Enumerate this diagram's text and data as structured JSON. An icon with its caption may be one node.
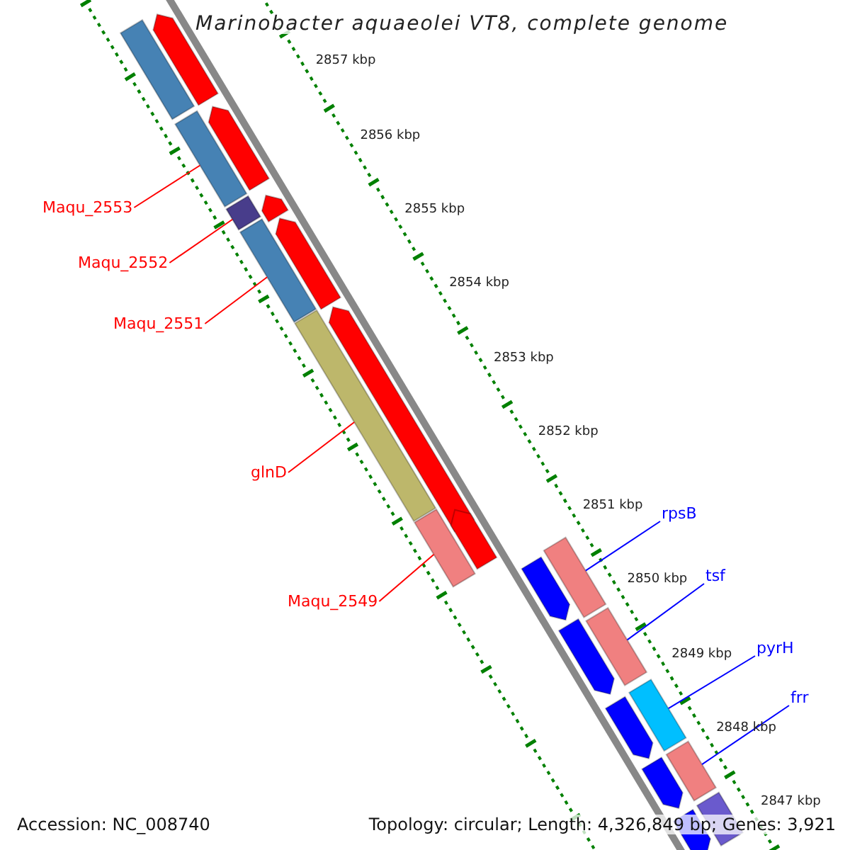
{
  "diagram": {
    "title": "Marinobacter aquaeolei VT8, complete genome",
    "nodes": [
      {
        "text": [
          "Maqu_2553"
        ]
      },
      {
        "text": [
          "Maqu_2552"
        ]
      },
      {
        "text": [
          "Maqu_2551"
        ]
      },
      {
        "text": [
          "glnD"
        ]
      },
      {
        "text": [
          "Maqu_2549"
        ]
      },
      {
        "text": [
          "rpsB"
        ]
      },
      {
        "text": [
          "tsf"
        ]
      },
      {
        "text": [
          "pyrH"
        ]
      },
      {
        "text": [
          "frr"
        ]
      },
      {
        "text": [],
        "shape": "bar"
      },
      {
        "text": [],
        "shape": "bar"
      },
      {
        "text": [],
        "shape": "bar"
      },
      {
        "text": [],
        "shape": "bar"
      },
      {
        "text": [],
        "shape": "bar"
      },
      {
        "text": [],
        "shape": "bar"
      },
      {
        "text": [],
        "shape": "arrow"
      },
      {
        "text": [],
        "shape": "arrow"
      },
      {
        "text": [],
        "shape": "arrow"
      },
      {
        "text": [],
        "shape": "arrow"
      },
      {
        "text": [],
        "shape": "arrow"
      },
      {
        "text": [],
        "shape": "arrow"
      },
      {
        "text": [],
        "shape": "arrow"
      },
      {
        "text": [],
        "shape": "arrow"
      },
      {
        "text": [],
        "shape": "arrow"
      },
      {
        "text": [],
        "shape": "arrow"
      },
      {
        "text": [],
        "shape": "arrow"
      },
      {
        "text": [],
        "shape": "bar"
      },
      {
        "text": [],
        "shape": "bar"
      },
      {
        "text": [],
        "shape": "bar"
      },
      {
        "text": [],
        "shape": "bar"
      },
      {
        "text": [],
        "shape": "bar"
      }
    ],
    "edges": [
      {
        "from": 0,
        "to": 10,
        "arrow": "none"
      },
      {
        "from": 1,
        "to": 11,
        "arrow": "none"
      },
      {
        "from": 2,
        "to": 12,
        "arrow": "none"
      },
      {
        "from": 3,
        "to": 13,
        "arrow": "none"
      },
      {
        "from": 4,
        "to": 14,
        "arrow": "none"
      },
      {
        "from": 5,
        "to": 26,
        "arrow": "none",
        "color": "#0000ff"
      },
      {
        "from": 6,
        "to": 27,
        "arrow": "none",
        "color": "#0000ff"
      },
      {
        "from": 7,
        "to": 28,
        "arrow": "none",
        "color": "#0000ff"
      },
      {
        "from": 8,
        "to": 29,
        "arrow": "none",
        "color": "#0000ff"
      }
    ],
    "labels": [
      "2857 kbp",
      "2856 kbp",
      "2855 kbp",
      "2854 kbp",
      "2853 kbp",
      "2852 kbp",
      "2851 kbp",
      "2850 kbp",
      "2849 kbp",
      "2848 kbp",
      "2847 kbp",
      "Accession: NC_008740",
      "Topology: circular; Length: 4,326,849 bp; Genes: 3,921"
    ]
  }
}
